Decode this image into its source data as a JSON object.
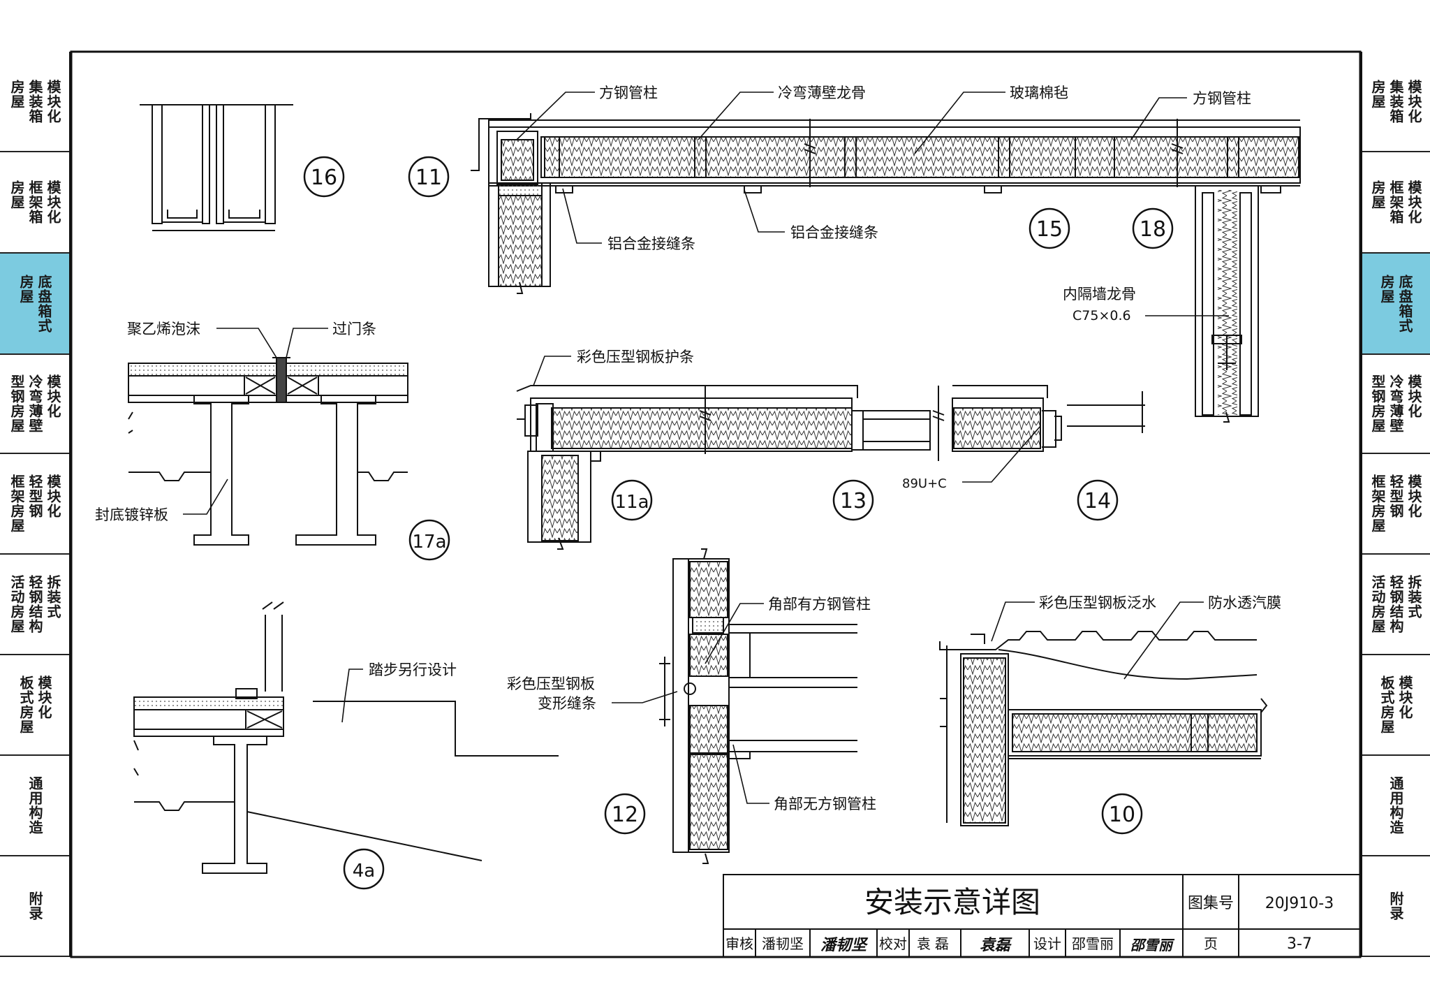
{
  "side_tabs": [
    {
      "label": "模块化\n集装箱\n房屋",
      "active": false
    },
    {
      "label": "模块化\n框架箱\n房屋",
      "active": false
    },
    {
      "label": "底盘箱式\n房屋",
      "active": true
    },
    {
      "label": "模块化\n冷弯薄壁\n型钢房屋",
      "active": false
    },
    {
      "label": "模块化\n轻型钢\n框架房屋",
      "active": false
    },
    {
      "label": "拆装式\n轻钢结构\n活动房屋",
      "active": false
    },
    {
      "label": "模块化\n板式房屋",
      "active": false
    },
    {
      "label": "通用构造",
      "active": false
    },
    {
      "label": "附录",
      "active": false
    }
  ],
  "detail_numbers": {
    "d16": "16",
    "d11": "11",
    "d15": "15",
    "d18": "18",
    "d17a": "17a",
    "d11a": "11a",
    "d13": "13",
    "d14": "14",
    "d12": "12",
    "d10": "10",
    "d4a": "4a"
  },
  "callouts": {
    "square_tube_column_1": "方钢管柱",
    "cold_formed_keel": "冷弯薄壁龙骨",
    "glass_wool": "玻璃棉毡",
    "square_tube_column_2": "方钢管柱",
    "aluminum_joint_1": "铝合金接缝条",
    "aluminum_joint_2": "铝合金接缝条",
    "partition_keel": "内隔墙龙骨",
    "partition_spec": "C75×0.6",
    "pe_foam": "聚乙烯泡沫",
    "door_strip": "过门条",
    "galvanized_bottom": "封底镀锌板",
    "color_steel_guard": "彩色压型钢板护条",
    "channel_89": "89U+C",
    "step_note": "踏步另行设计",
    "corner_with_column": "角部有方钢管柱",
    "deformation_strip_1": "彩色压型钢板",
    "deformation_strip_2": "变形缝条",
    "corner_without_column": "角部无方钢管柱",
    "flashing": "彩色压型钢板泛水",
    "membrane": "防水透汽膜"
  },
  "title_block": {
    "title": "安装示意详图",
    "atlas_label": "图集号",
    "atlas_no": "20J910-3",
    "review_label": "审核",
    "reviewer": "潘韧坚",
    "reviewer_sig": "潘韧坚",
    "check_label": "校对",
    "checker": "袁磊",
    "checker_sig": "袁磊",
    "design_label": "设计",
    "designer": "邵雪丽",
    "designer_sig": "邵雪丽",
    "page_label": "页",
    "page_no": "3-7"
  }
}
